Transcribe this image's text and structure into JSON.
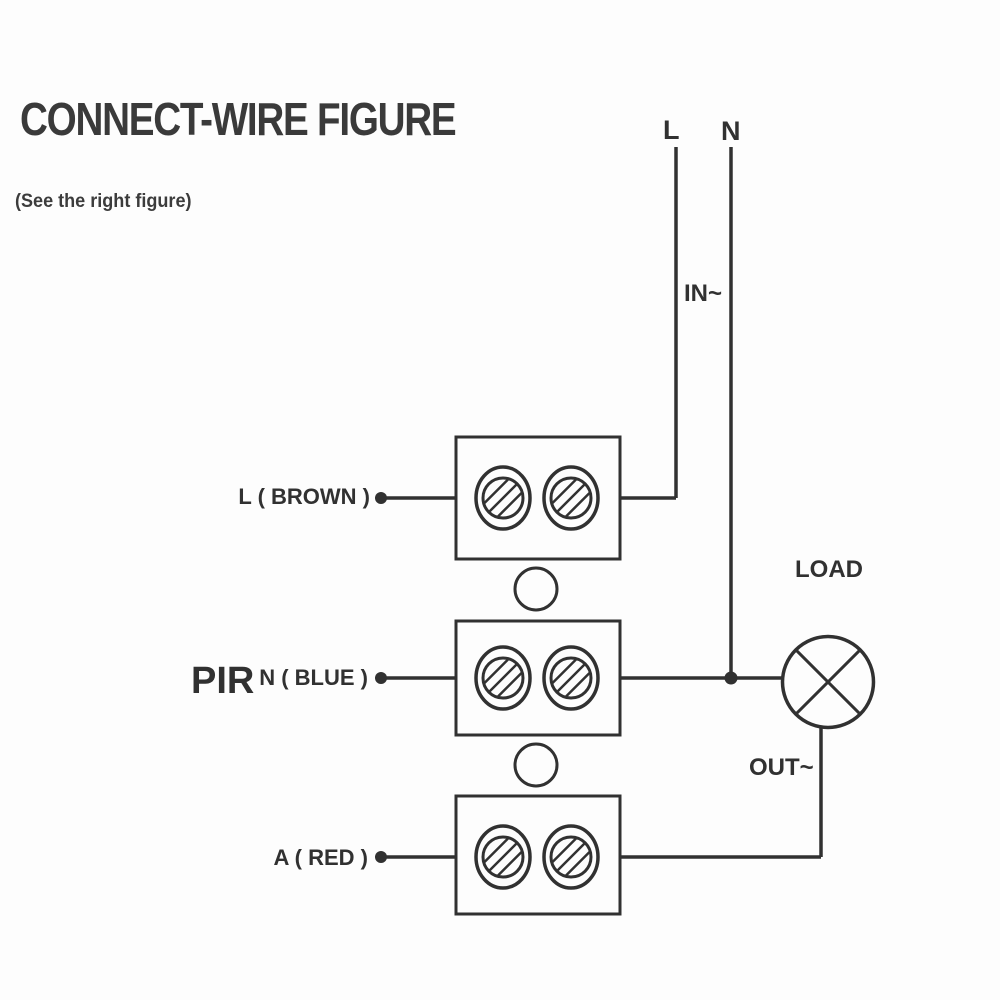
{
  "header": {
    "title": "CONNECT-WIRE FIGURE",
    "subtitle": "(See the right figure)"
  },
  "diagram": {
    "supply": {
      "live": "L",
      "neutral": "N",
      "input": "IN~"
    },
    "device": "PIR",
    "terminals": [
      {
        "label": "L ( BROWN )"
      },
      {
        "label": "N ( BLUE )"
      },
      {
        "label": "A ( RED )"
      }
    ],
    "load": {
      "label": "LOAD",
      "output": "OUT~"
    }
  },
  "colors": {
    "ink": "#313131",
    "background": "#ffffff"
  }
}
